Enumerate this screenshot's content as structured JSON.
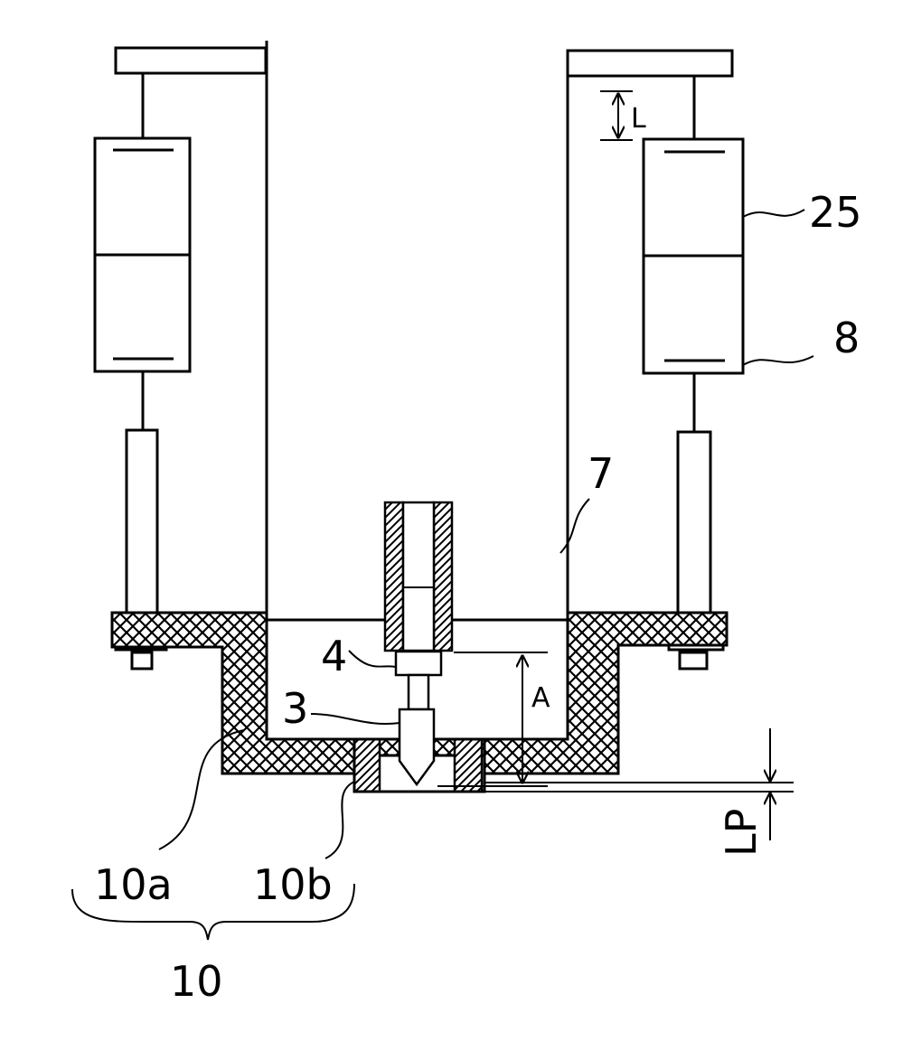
{
  "labels": {
    "l_dim": "L",
    "a_dim": "A",
    "lp_dim": "LP",
    "part_25": "25",
    "part_8": "8",
    "part_7": "7",
    "part_4": "4",
    "part_3": "3",
    "part_10a": "10a",
    "part_10b": "10b",
    "part_10": "10"
  },
  "colors": {
    "stroke": "#000000",
    "background": "#ffffff"
  }
}
